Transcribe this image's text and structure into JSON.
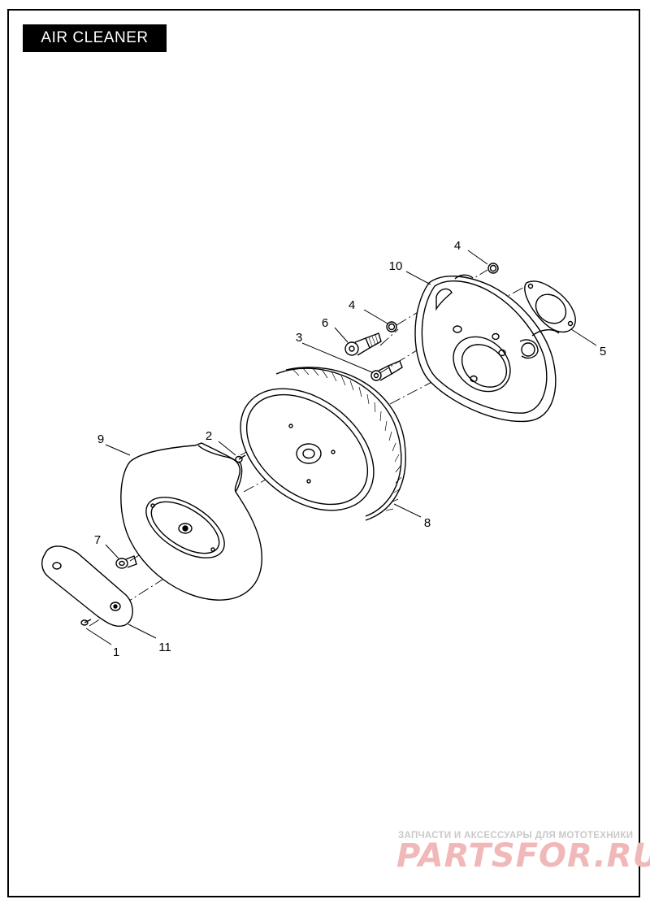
{
  "title": "AIR CLEANER",
  "callouts": {
    "c1": "1",
    "c2": "2",
    "c3": "3",
    "c4a": "4",
    "c4b": "4",
    "c5": "5",
    "c6": "6",
    "c7": "7",
    "c8": "8",
    "c9": "9",
    "c10": "10",
    "c11": "11"
  },
  "watermark": {
    "tagline": "ЗАПЧАСТИ И АКСЕССУАРЫ ДЛЯ МОТОТЕХНИКИ",
    "brand": "PARTSFOR.RU",
    "color": "#f0b8b8"
  }
}
